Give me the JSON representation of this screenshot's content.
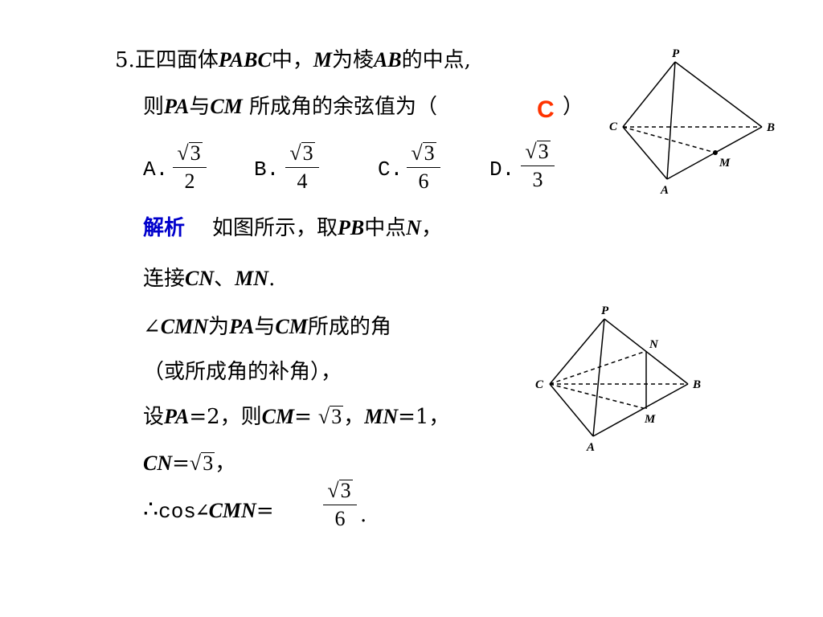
{
  "question": {
    "number": "5.",
    "line1_a": "正四面体",
    "line1_b": "PABC",
    "line1_c": "中，",
    "line1_d": "M",
    "line1_e": "为棱",
    "line1_f": "AB",
    "line1_g": "的中点,",
    "line2_a": "则",
    "line2_b": "PA",
    "line2_c": "与",
    "line2_d": "CM",
    "line2_e": " 所成角的余弦值为（",
    "line2_f": "）",
    "answer": "C"
  },
  "options": [
    {
      "label": "A.",
      "num": "3",
      "den": "2"
    },
    {
      "label": "B.",
      "num": "3",
      "den": "4"
    },
    {
      "label": "C.",
      "num": "3",
      "den": "6"
    },
    {
      "label": "D.",
      "num": "3",
      "den": "3"
    }
  ],
  "solution": {
    "tag": "解析",
    "l1_a": "如图所示，取",
    "l1_b": "PB",
    "l1_c": "中点",
    "l1_d": "N",
    "l1_e": "，",
    "l2_a": "连接",
    "l2_b": "CN",
    "l2_c": "、",
    "l2_d": "MN",
    "l2_e": ".",
    "l3_a": "∠",
    "l3_b": "CMN",
    "l3_c": "为",
    "l3_d": "PA",
    "l3_e": "与",
    "l3_f": "CM",
    "l3_g": "所成的角",
    "l4": "（或所成角的补角），",
    "l5_a": "设",
    "l5_b": "PA",
    "l5_c": "=2，则",
    "l5_d": "CM",
    "l5_e": "=",
    "l5_sqrt": "3",
    "l5_f": "，",
    "l5_g": "MN",
    "l5_h": "=1，",
    "l6_a": "CN",
    "l6_b": "=",
    "l6_sqrt": "3",
    "l6_c": "，",
    "l7_a": "∴",
    "l7_b": "cos∠",
    "l7_c": "CMN",
    "l7_d": "=",
    "l7_num": "3",
    "l7_den": "6",
    "l7_e": "."
  },
  "figure1": {
    "P": "P",
    "C": "C",
    "B": "B",
    "M": "M",
    "A": "A"
  },
  "figure2": {
    "P": "P",
    "N": "N",
    "C": "C",
    "B": "B",
    "M": "M",
    "A": "A"
  }
}
